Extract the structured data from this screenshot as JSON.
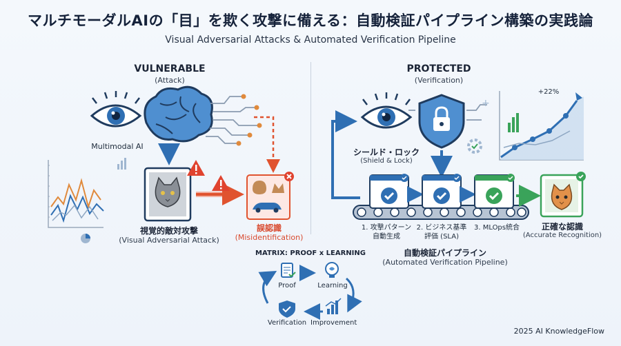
{
  "title": "マルチモーダルAIの「目」を欺く攻撃に備える：自動検証パイプライン構築の実践論",
  "subtitle": "Visual Adversarial Attacks & Automated Verification Pipeline",
  "left": {
    "header": "VULNERABLE",
    "subheader": "(Attack)",
    "ai_label": "Multimodal AI",
    "attack_label": "視覚的敵対攻撃",
    "attack_sub": "(Visual Adversarial Attack)",
    "mis_label": "誤認識",
    "mis_sub": "(Misidentification)"
  },
  "right": {
    "header": "PROTECTED",
    "subheader": "(Verification)",
    "shield_label": "シールド・ロック",
    "shield_sub": "(Shield & Lock)",
    "growth": "+22%",
    "steps": [
      {
        "line1": "1. 攻撃パターン",
        "line2": "自動生成"
      },
      {
        "line1": "2. ビジネス基準",
        "line2": "評価 (SLA)"
      },
      {
        "line1": "3. MLOps統合",
        "line2": ""
      }
    ],
    "pipeline_label": "自動検証パイプライン",
    "pipeline_sub": "(Automated Verification Pipeline)",
    "accurate_label": "正確な認識",
    "accurate_sub": "(Accurate Recognition)"
  },
  "matrix": {
    "title": "MATRIX: PROOF x LEARNING",
    "proof": "Proof",
    "learning": "Learning",
    "verification": "Verification",
    "improvement": "Improvement"
  },
  "footer": "2025 AI KnowledgeFlow",
  "colors": {
    "blue": "#2f6fb3",
    "dark_blue": "#1f4f8a",
    "orange": "#e08a3c",
    "red": "#d94a2f",
    "green": "#3aa35a"
  }
}
